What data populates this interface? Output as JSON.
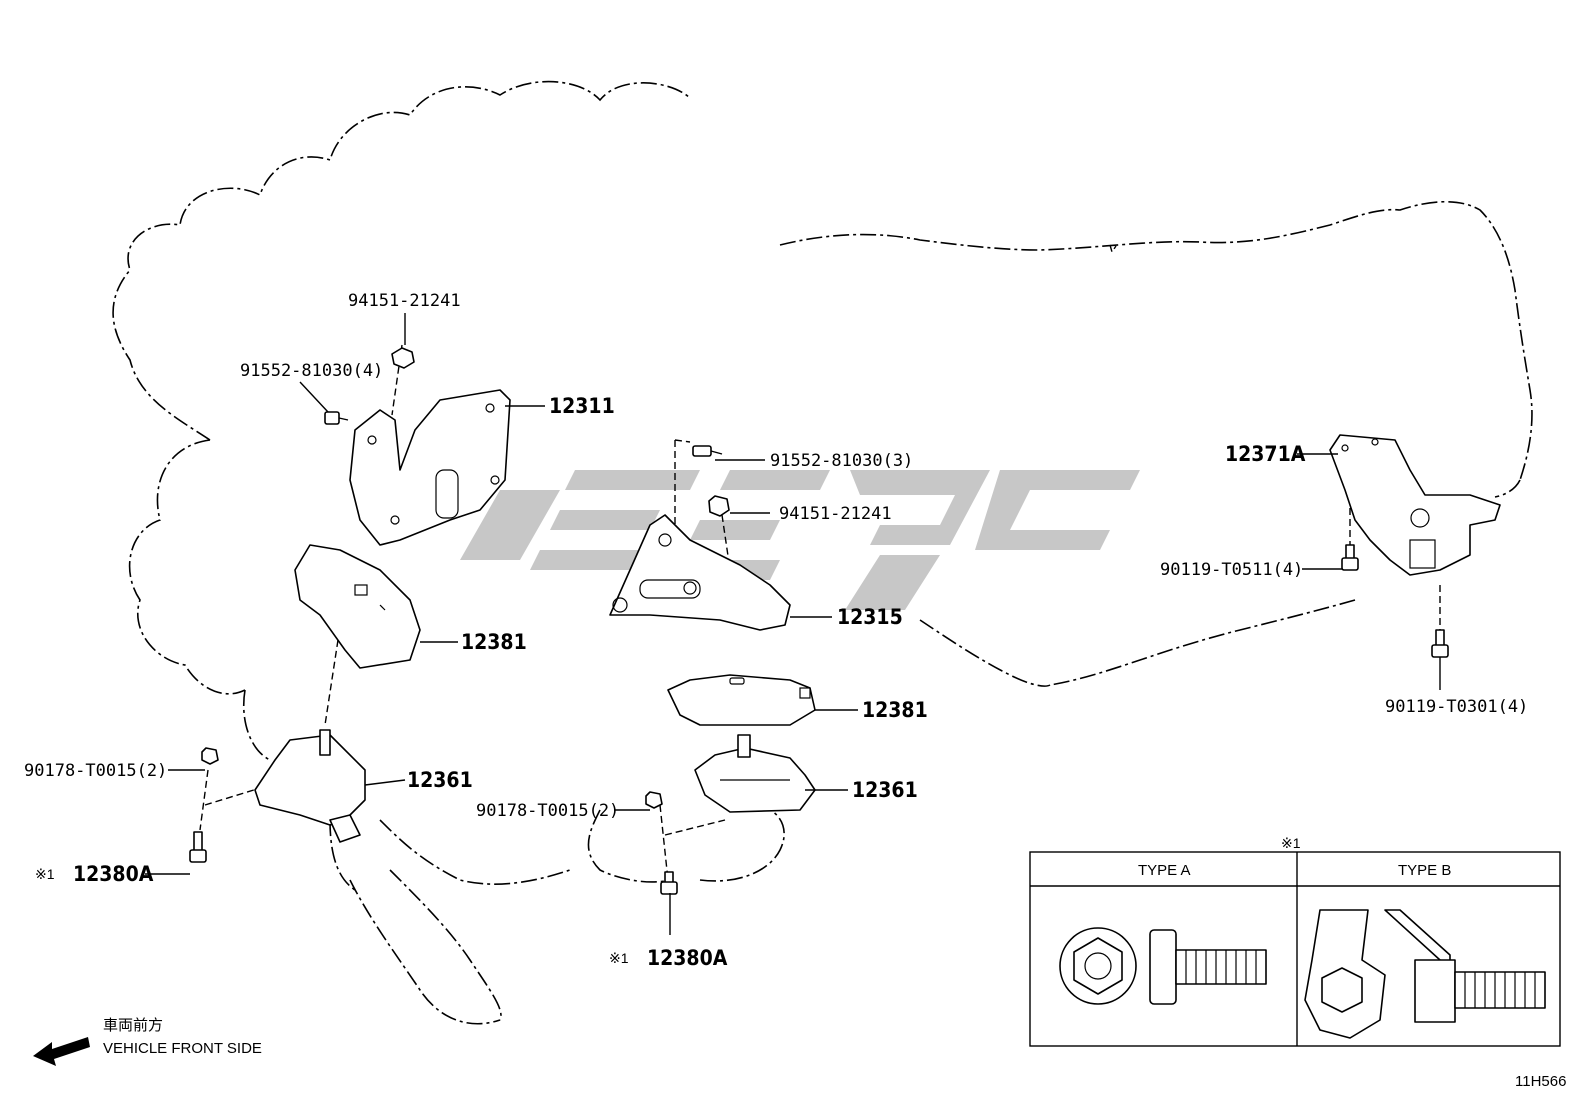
{
  "labels": {
    "p94151_top": "94151-21241",
    "p91552_left": "91552-81030(4)",
    "p12311": "12311",
    "p12381_left": "12381",
    "p90178_left": "90178-T0015(2)",
    "p12361_left": "12361",
    "mark1_left": "※1",
    "p12380A_left": "12380A",
    "p91552_mid": "91552-81030(3)",
    "p94151_mid": "94151-21241",
    "p12315": "12315",
    "p12381_mid": "12381",
    "p12361_mid": "12361",
    "p90178_mid": "90178-T0015(2)",
    "mark1_mid": "※1",
    "p12380A_mid": "12380A",
    "p12371A": "12371A",
    "p90119_T0511": "90119-T0511(4)",
    "p90119_T0301": "90119-T0301(4)"
  },
  "legend": {
    "mark": "※1",
    "type_a": "TYPE A",
    "type_b": "TYPE B"
  },
  "direction": {
    "japanese": "車両前方",
    "english": "VEHICLE FRONT SIDE"
  },
  "figure_id": "11H566"
}
